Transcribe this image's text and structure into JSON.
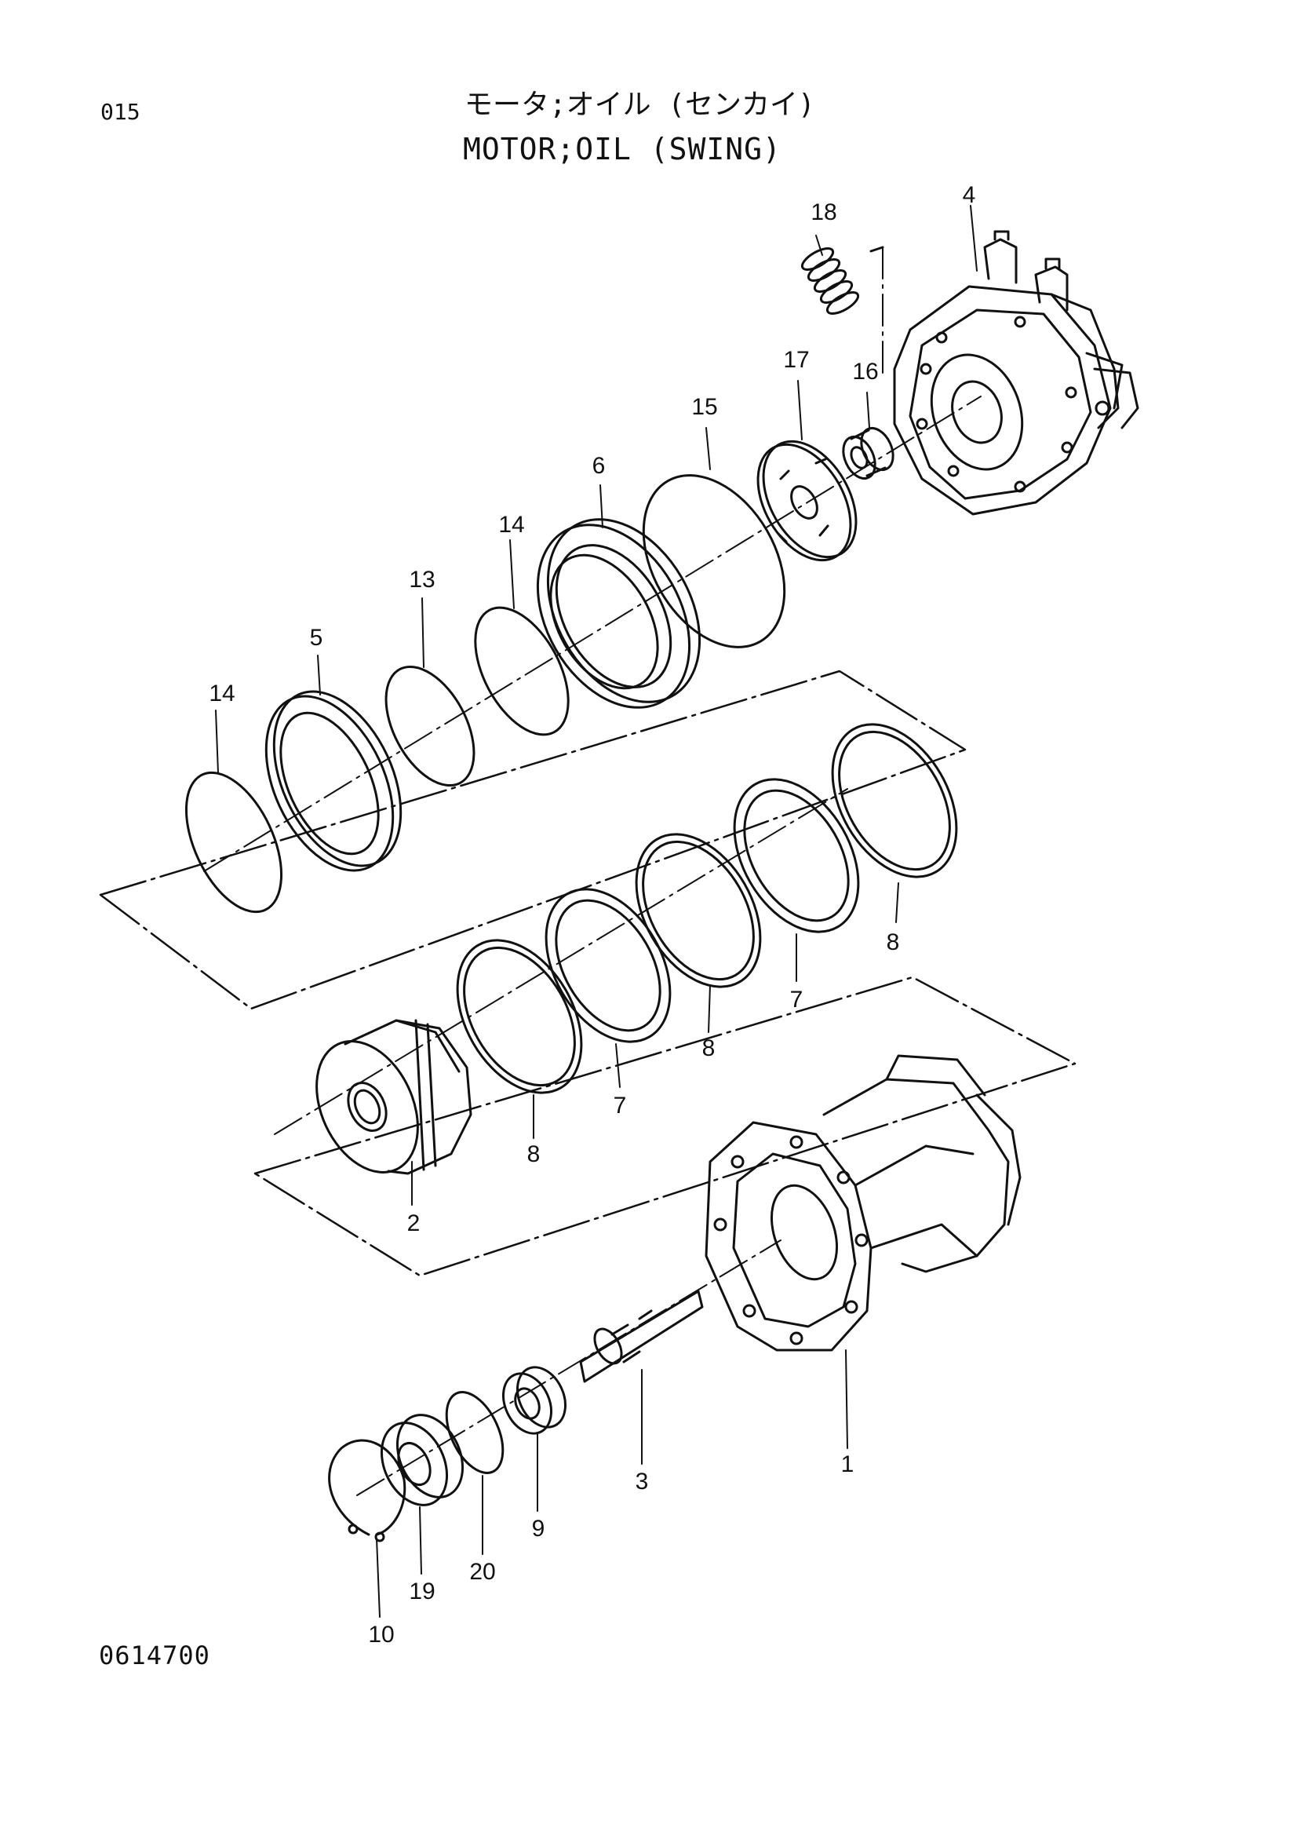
{
  "header": {
    "page_code": "015",
    "title_jp": "モータ;オイル (センカイ)",
    "title_en": "MOTOR;OIL (SWING)"
  },
  "footer": {
    "drawing_number": "0614700"
  },
  "colors": {
    "ink": "#111111",
    "paper": "#ffffff"
  },
  "parts": [
    {
      "label": "18",
      "name": "spring"
    },
    {
      "label": "4",
      "name": "valve-casing"
    },
    {
      "label": "17",
      "name": "valve-plate"
    },
    {
      "label": "16",
      "name": "bearing"
    },
    {
      "label": "15",
      "name": "o-ring"
    },
    {
      "label": "6",
      "name": "piston"
    },
    {
      "label": "14",
      "name": "o-ring"
    },
    {
      "label": "13",
      "name": "o-ring"
    },
    {
      "label": "5",
      "name": "piston"
    },
    {
      "label": "14",
      "name": "o-ring"
    },
    {
      "label": "8",
      "name": "friction-plate"
    },
    {
      "label": "7",
      "name": "plate"
    },
    {
      "label": "8",
      "name": "friction-plate"
    },
    {
      "label": "7",
      "name": "plate"
    },
    {
      "label": "8",
      "name": "friction-plate"
    },
    {
      "label": "2",
      "name": "cylinder-block"
    },
    {
      "label": "1",
      "name": "housing"
    },
    {
      "label": "3",
      "name": "shaft"
    },
    {
      "label": "9",
      "name": "bearing"
    },
    {
      "label": "20",
      "name": "o-ring"
    },
    {
      "label": "19",
      "name": "oil-seal"
    },
    {
      "label": "10",
      "name": "retaining-ring"
    }
  ]
}
